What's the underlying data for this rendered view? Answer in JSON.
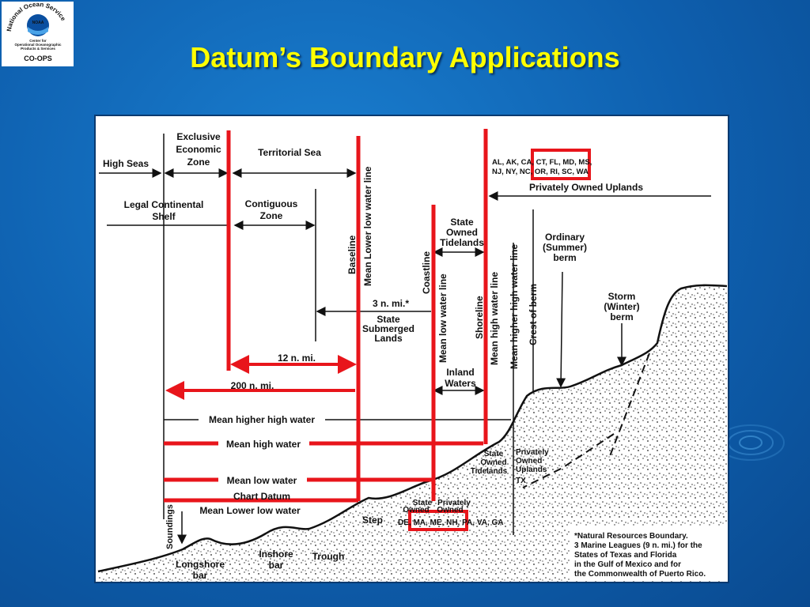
{
  "slide": {
    "title": "Datum’s Boundary Applications",
    "logo": {
      "ring_text": "National Ocean Service",
      "badge": "NOAA",
      "line1": "Center for",
      "line2": "Operational Oceanographic",
      "line3": "Products & Services",
      "acronym": "CO-OPS"
    }
  },
  "diagram": {
    "labels": {
      "high_seas": "High Seas",
      "eez": [
        "Exclusive",
        "Economic",
        "Zone"
      ],
      "territorial_sea": "Territorial Sea",
      "legal_shelf": [
        "Legal Continental",
        "Shelf"
      ],
      "contiguous": [
        "Contiguous",
        "Zone"
      ],
      "baseline": "Baseline",
      "mllw_line": "Mean Lower low water line",
      "coastline": "Coastline",
      "mlw_line": "Mean low water line",
      "shoreline": "Shoreline",
      "mhw_line": "Mean high water line",
      "mhhw_line": "Mean higher high water line",
      "crest": "Crest of berm",
      "state_owned_tidelands": [
        "State",
        "Owned",
        "Tidelands"
      ],
      "ordinary_berm": [
        "Ordinary",
        "(Summer)",
        "berm"
      ],
      "storm_berm": [
        "Storm",
        "(Winter)",
        "berm"
      ],
      "states_top": [
        "AL, AK, CA, CT, FL, MD, MS,",
        "NJ, NY, NC, OR, RI, SC, WA"
      ],
      "private_uplands": "Privately Owned Uplands",
      "three_nmi": "3 n. mi.*",
      "state_submerged": [
        "State",
        "Submerged",
        "Lands"
      ],
      "inland_waters": [
        "Inland",
        "Waters"
      ],
      "twelve_nmi": "12 n. mi.",
      "two_hundred_nmi": "200 n. mi.",
      "mhhw": "Mean higher high water",
      "mhw": "Mean high water",
      "mlw": "Mean low water",
      "chart_datum": "Chart Datum",
      "mllw": "Mean Lower low water",
      "soundings": "Soundings",
      "longshore": [
        "Longshore",
        "bar"
      ],
      "inshore": [
        "Inshore",
        "bar"
      ],
      "trough": "Trough",
      "step": "Step",
      "tx_state": [
        "State",
        "Owned",
        "Tidelands"
      ],
      "tx_private": [
        "Privately",
        "Owned",
        "Uplands"
      ],
      "tx": "TX",
      "de_state": [
        "State",
        "Owned"
      ],
      "de_private": [
        "Privately",
        "Owned"
      ],
      "states_bottom": "DE, MA, ME, NH, PA, VA, GA",
      "footnote": [
        "*Natural Resources Boundary.",
        "3 Marine Leagues (9 n. mi.) for the",
        "States of Texas and Florida",
        "in the Gulf of Mexico and for",
        "the Commonwealth of Puerto Rico."
      ]
    },
    "colors": {
      "boundary_red": "#e8151b",
      "ink": "#111111",
      "title_yellow": "#ffff00"
    }
  }
}
